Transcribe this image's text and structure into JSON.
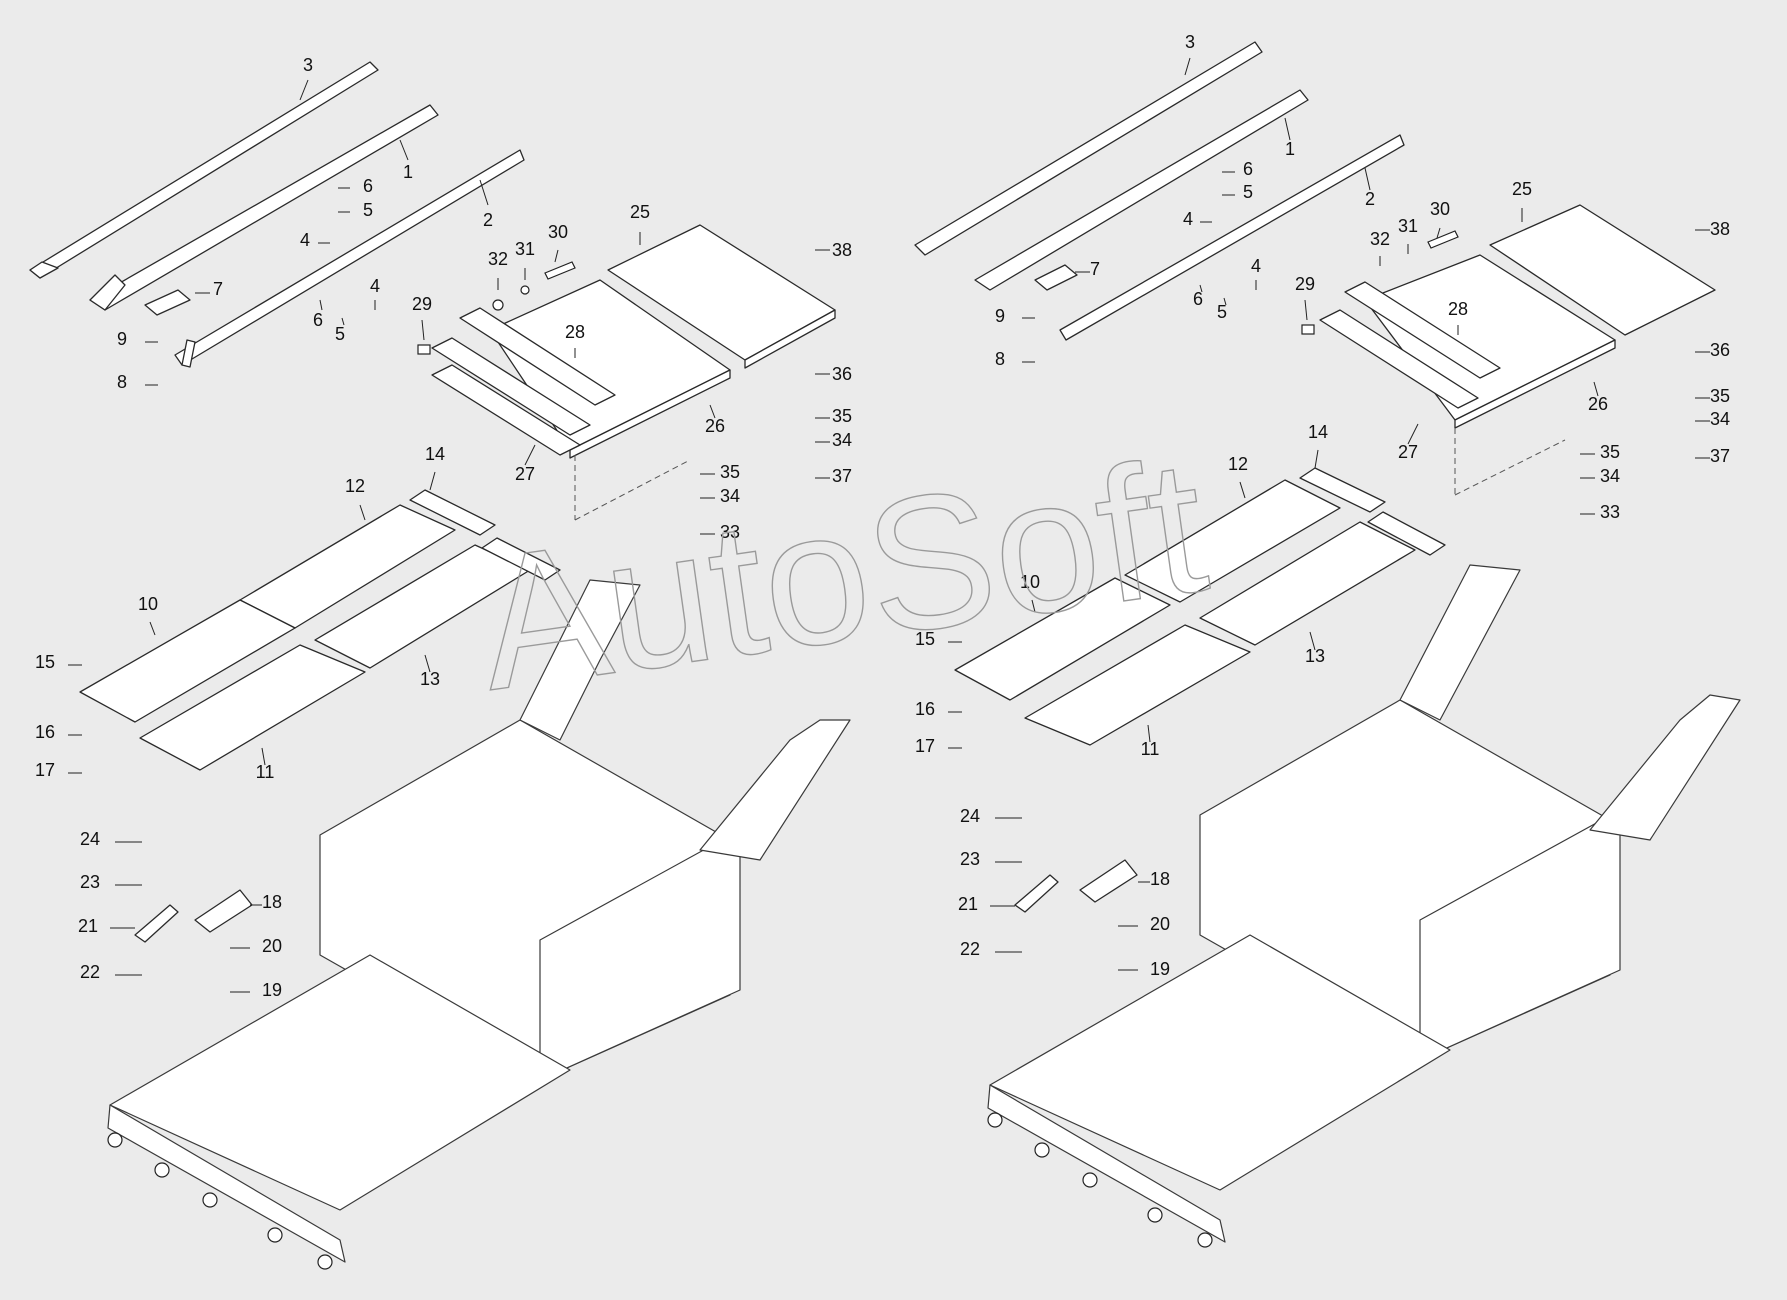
{
  "watermark": "AutoSoft",
  "colors": {
    "background": "#ebebeb",
    "line": "#2a2a2a",
    "fill": "#ffffff",
    "watermark": "#9a9a9a"
  },
  "views": [
    {
      "id": "left",
      "callouts": [
        {
          "id": "L3",
          "label": "3"
        },
        {
          "id": "L1",
          "label": "1"
        },
        {
          "id": "L2",
          "label": "2"
        },
        {
          "id": "L6a",
          "label": "6"
        },
        {
          "id": "L5a",
          "label": "5"
        },
        {
          "id": "L4a",
          "label": "4"
        },
        {
          "id": "L7",
          "label": "7"
        },
        {
          "id": "L9",
          "label": "9"
        },
        {
          "id": "L8",
          "label": "8"
        },
        {
          "id": "L6b",
          "label": "6"
        },
        {
          "id": "L5b",
          "label": "5"
        },
        {
          "id": "L4b",
          "label": "4"
        },
        {
          "id": "L32",
          "label": "32"
        },
        {
          "id": "L31",
          "label": "31"
        },
        {
          "id": "L30",
          "label": "30"
        },
        {
          "id": "L29",
          "label": "29"
        },
        {
          "id": "L28",
          "label": "28"
        },
        {
          "id": "L25",
          "label": "25"
        },
        {
          "id": "L38",
          "label": "38"
        },
        {
          "id": "L36",
          "label": "36"
        },
        {
          "id": "L26",
          "label": "26"
        },
        {
          "id": "L27",
          "label": "27"
        },
        {
          "id": "L35a",
          "label": "35"
        },
        {
          "id": "L34a",
          "label": "34"
        },
        {
          "id": "L37",
          "label": "37"
        },
        {
          "id": "L35b",
          "label": "35"
        },
        {
          "id": "L34b",
          "label": "34"
        },
        {
          "id": "L33",
          "label": "33"
        },
        {
          "id": "L14",
          "label": "14"
        },
        {
          "id": "L12",
          "label": "12"
        },
        {
          "id": "L10",
          "label": "10"
        },
        {
          "id": "L13",
          "label": "13"
        },
        {
          "id": "L11",
          "label": "11"
        },
        {
          "id": "L15",
          "label": "15"
        },
        {
          "id": "L16",
          "label": "16"
        },
        {
          "id": "L17",
          "label": "17"
        },
        {
          "id": "L24",
          "label": "24"
        },
        {
          "id": "L23",
          "label": "23"
        },
        {
          "id": "L21",
          "label": "21"
        },
        {
          "id": "L22",
          "label": "22"
        },
        {
          "id": "L18",
          "label": "18"
        },
        {
          "id": "L20",
          "label": "20"
        },
        {
          "id": "L19",
          "label": "19"
        }
      ]
    },
    {
      "id": "right",
      "callouts": [
        {
          "id": "R3",
          "label": "3"
        },
        {
          "id": "R1",
          "label": "1"
        },
        {
          "id": "R2",
          "label": "2"
        },
        {
          "id": "R6a",
          "label": "6"
        },
        {
          "id": "R5a",
          "label": "5"
        },
        {
          "id": "R4a",
          "label": "4"
        },
        {
          "id": "R7",
          "label": "7"
        },
        {
          "id": "R9",
          "label": "9"
        },
        {
          "id": "R8",
          "label": "8"
        },
        {
          "id": "R6b",
          "label": "6"
        },
        {
          "id": "R5b",
          "label": "5"
        },
        {
          "id": "R4b",
          "label": "4"
        },
        {
          "id": "R32",
          "label": "32"
        },
        {
          "id": "R31",
          "label": "31"
        },
        {
          "id": "R30",
          "label": "30"
        },
        {
          "id": "R29",
          "label": "29"
        },
        {
          "id": "R28",
          "label": "28"
        },
        {
          "id": "R25",
          "label": "25"
        },
        {
          "id": "R38",
          "label": "38"
        },
        {
          "id": "R36",
          "label": "36"
        },
        {
          "id": "R26",
          "label": "26"
        },
        {
          "id": "R27",
          "label": "27"
        },
        {
          "id": "R35a",
          "label": "35"
        },
        {
          "id": "R34a",
          "label": "34"
        },
        {
          "id": "R37",
          "label": "37"
        },
        {
          "id": "R35b",
          "label": "35"
        },
        {
          "id": "R34b",
          "label": "34"
        },
        {
          "id": "R33",
          "label": "33"
        },
        {
          "id": "R14",
          "label": "14"
        },
        {
          "id": "R12",
          "label": "12"
        },
        {
          "id": "R10",
          "label": "10"
        },
        {
          "id": "R13",
          "label": "13"
        },
        {
          "id": "R11",
          "label": "11"
        },
        {
          "id": "R15",
          "label": "15"
        },
        {
          "id": "R16",
          "label": "16"
        },
        {
          "id": "R17",
          "label": "17"
        },
        {
          "id": "R24",
          "label": "24"
        },
        {
          "id": "R23",
          "label": "23"
        },
        {
          "id": "R21",
          "label": "21"
        },
        {
          "id": "R22",
          "label": "22"
        },
        {
          "id": "R18",
          "label": "18"
        },
        {
          "id": "R20",
          "label": "20"
        },
        {
          "id": "R19",
          "label": "19"
        }
      ]
    }
  ]
}
